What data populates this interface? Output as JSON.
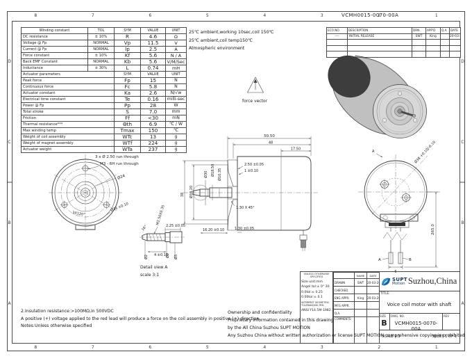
{
  "sheet": {
    "doc_number_top": "VCMH0015-0070-00A",
    "zone_numbers": [
      "8",
      "7",
      "6",
      "5",
      "4",
      "3",
      "2",
      "1"
    ],
    "zone_letters": [
      "D",
      "C",
      "B",
      "A"
    ]
  },
  "winding_table": {
    "headers": [
      "Winding constant",
      "TOL",
      "SYM",
      "VALUE",
      "UNIT"
    ],
    "rows": [
      [
        "DC resistance",
        "± 10%",
        "R",
        "4.6",
        "Ω"
      ],
      [
        "Voltage @ Fp",
        "NORMAL",
        "Vp",
        "11.5",
        "V"
      ],
      [
        "Current @ Fp",
        "NORMAL",
        "Ip",
        "2.5",
        "A"
      ],
      [
        "Force constant",
        "± 10%",
        "Kf",
        "5.6",
        "N / A"
      ],
      [
        "Back EMF Constant",
        "NORMAL",
        "Kb",
        "5.6",
        "V/M/Sec"
      ],
      [
        "Inductance",
        "± 30%",
        "L",
        "0.74",
        "mH"
      ]
    ]
  },
  "actuator_table": {
    "headers": [
      "Actuator parameters",
      "SYM",
      "VALUE",
      "UNIT"
    ],
    "rows": [
      [
        "Peak force",
        "Fp",
        "15",
        "N"
      ],
      [
        "Continuous force",
        "Fc",
        "5.8",
        "N"
      ],
      [
        "Actuator constant",
        "Ka",
        "2.6",
        "N/√w"
      ],
      [
        "Electrical time constant",
        "Te",
        "0.16",
        "milli-sec"
      ],
      [
        "Power @ Fp",
        "Pp",
        "28",
        "W"
      ],
      [
        "Total stroke",
        "S",
        "7.0",
        "mm"
      ],
      [
        "Friction",
        "Ff",
        "<30",
        "mN"
      ],
      [
        "Thermal resistance***",
        "Θth",
        "6.9",
        "℃ / W"
      ],
      [
        "Max winding temp",
        "Tmax",
        "150",
        "℃"
      ],
      [
        "Weight of coil assembly",
        "WTc",
        "13",
        "g"
      ],
      [
        "Weight of magnet assembly",
        "WTf",
        "224",
        "g"
      ],
      [
        "Actuator weight",
        "WTa",
        "237",
        "g"
      ]
    ]
  },
  "conditions": [
    "25℃ ambient,working 10sec,coil 150℃",
    "25℃ ambient,coil temp150℃",
    "Atmospheric environment"
  ],
  "eco_table": {
    "headers": [
      "ECO NO.",
      "DESCRIPTION",
      "DRN",
      "APP'D",
      "Q.A",
      "DATE"
    ],
    "rows": [
      [
        "----",
        "INITIAL RELEASE",
        "SWT",
        "King",
        "",
        "20-03-28"
      ],
      [
        "",
        "",
        "",
        "",
        "",
        ""
      ],
      [
        "",
        "",
        "",
        "",
        "",
        ""
      ],
      [
        "",
        "",
        "",
        "",
        "",
        ""
      ]
    ]
  },
  "drawing": {
    "force_vector_label": "force vector",
    "front": {
      "callout_holes": "3 x Ø 2.50 run through",
      "callout_thread": "M3 - 6H run through",
      "dim_d24": "Ø24",
      "dim_d38": "Ø38 ±0.10",
      "dim_pattern": "3X120°"
    },
    "detail": {
      "dim_thread": "M2.50X0.35",
      "dim_len": "2.25 ±0.05",
      "dim_angle": "16°",
      "dim_d2a": "Ø2",
      "dim_d2b": "Ø2",
      "dim_d3": "Ø3",
      "dim_len2": "4 ±0.10",
      "title": "Detail view A",
      "scale": "scale 3:1"
    },
    "section": {
      "dim_total": "50.50",
      "dim_body": "48",
      "dim_rear": "17.50",
      "dim_38": "38",
      "dim_d3420": "Ø34.20",
      "dim_d30": "Ø30",
      "dim_d1850": "Ø18.50",
      "dim_d1035": "Ø10.35",
      "dim_250": "2.50 ±0.05",
      "dim_1": "1 ±0.10",
      "dim_chamfer": "1.30 X 45°",
      "dim_1620": "16.20 ±0.10",
      "dim_130": "1.30 ±0.05"
    },
    "rear": {
      "dim_d38": "Ø38 +0.10/-0.10",
      "dim_wire": "265.0",
      "lead_a": "A",
      "lead_b": "B",
      "dim_6": "6",
      "section_marker": "A"
    }
  },
  "notes": [
    "2.Insulation resistance:>100MΩ,in 500VDC",
    "A positive (+) voltage applied to the red lead will produce a force on the coil assembly in positive (+) direction.",
    "Notes:Unless otherwise specified"
  ],
  "confidentiality": [
    "Ownership and confidentiality",
    "Proprietary information contained in this drawing",
    "by the All China Suzhou SUPT MOTION",
    "Any Suzhou China without written authorization or license SUPT MOTION comprehensive copying is prohibited"
  ],
  "title_block": {
    "tolerance": {
      "header": "UNLESS OTHERWISE SPECIFIED",
      "lines": [
        "Size unit:mm",
        "Angel tol:± 0° 30",
        "0.0tol:± 0.25",
        "0.00tol:± 0.1",
        "INTERPRET GEOMETRIC TOLERANCING PER:",
        "ANSI Y14.5M-1982."
      ]
    },
    "approvals": {
      "name_header": "NAME",
      "date_header": "DATE",
      "rows": [
        [
          "DRAWN",
          "SWT",
          "20-03-28"
        ],
        [
          "CHECKED",
          "",
          ""
        ],
        [
          "ENG APPR.",
          "King",
          "20-03-28"
        ],
        [
          "MFG APPR.",
          "",
          ""
        ],
        [
          "Q.A.",
          "",
          ""
        ],
        [
          "COMMENTS:",
          "",
          ""
        ]
      ]
    },
    "logo_brand": "SUPT",
    "logo_sub": "Motion",
    "logo_location": "Suzhou,China",
    "title_label": "TITLE:",
    "title": "Voice coil motor with shaft",
    "size_label": "SIZE",
    "size": "B",
    "dwg_label": "DWG.  NO.",
    "dwg_no": "VCMH0015-0070-00A",
    "rev_label": "REV",
    "scale": "SCALE 1:1",
    "sheet": "SHEET 1 OF 1"
  },
  "colors": {
    "line": "#3a3a3a",
    "logo_blue": "#2b8fc4",
    "paper": "#ffffff"
  }
}
